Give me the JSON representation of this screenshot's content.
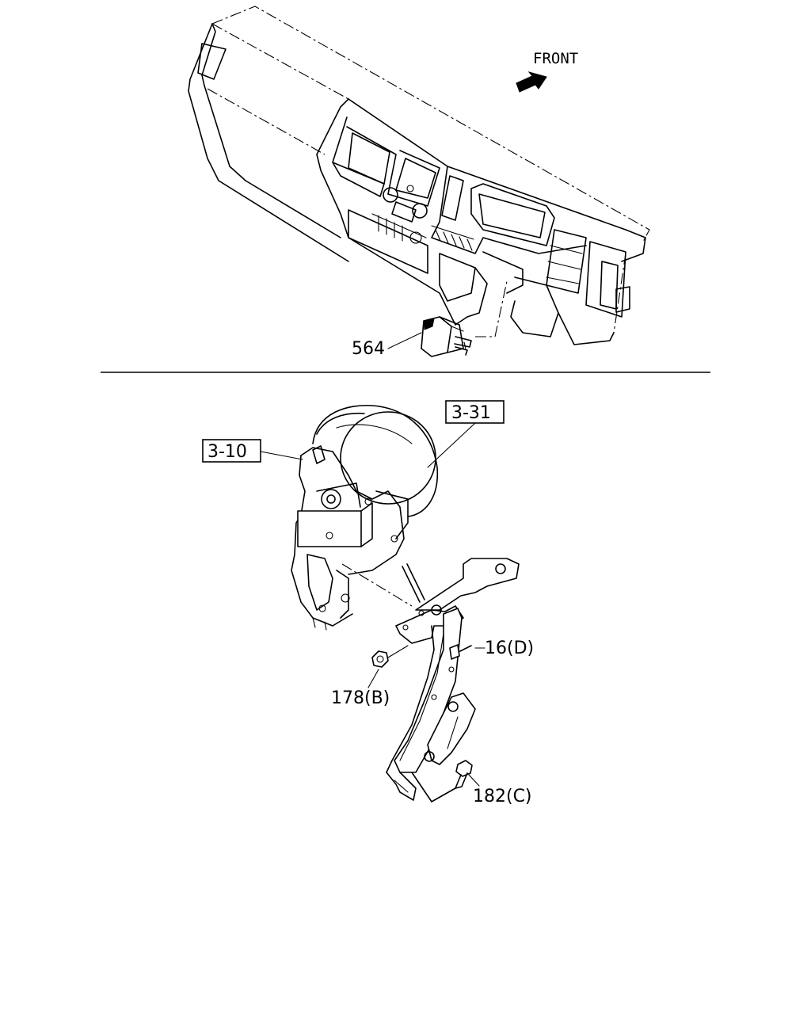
{
  "labels": {
    "front": "FRONT",
    "part_564": "564",
    "ref_3_31": "3-31",
    "ref_3_10": "3-10",
    "part_16d": "16(D)",
    "part_178b": "178(B)",
    "part_182c": "182(C)"
  }
}
